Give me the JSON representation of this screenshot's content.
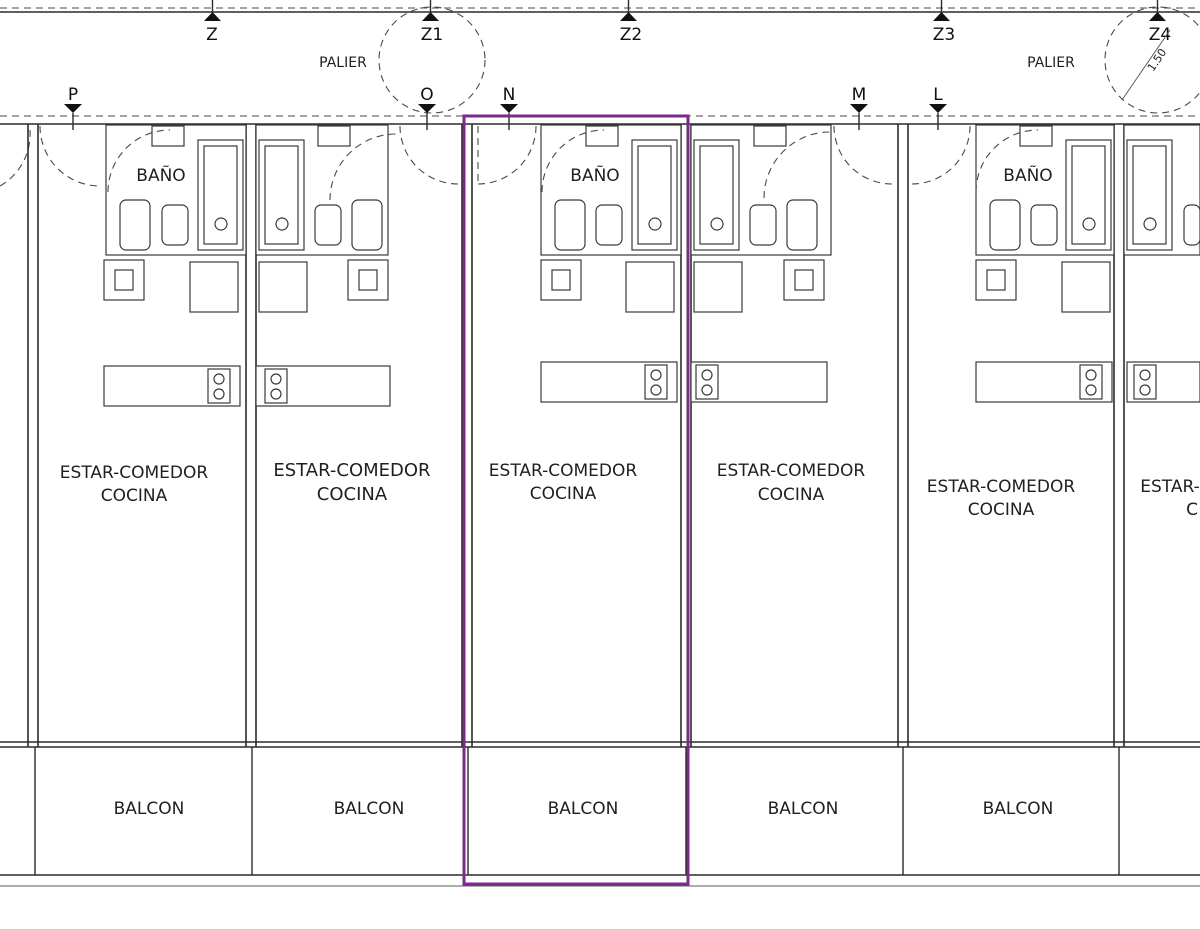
{
  "axis_markers": [
    "Z",
    "Z1",
    "Z2",
    "Z3",
    "Z4",
    "P",
    "O",
    "N",
    "M",
    "L"
  ],
  "landing_labels": [
    "PALIER",
    "PALIER"
  ],
  "dimension_label": "1.50",
  "bathroom_labels": [
    "BAÑO",
    "BAÑO",
    "BAÑO"
  ],
  "living_labels": [
    {
      "line1": "ESTAR-COMEDOR",
      "line2": "COCINA"
    },
    {
      "line1": "ESTAR-COMEDOR",
      "line2": "COCINA"
    },
    {
      "line1": "ESTAR-COMEDOR",
      "line2": "COCINA"
    },
    {
      "line1": "ESTAR-COMEDOR",
      "line2": "COCINA"
    },
    {
      "line1": "ESTAR-COMEDOR",
      "line2": "COCINA"
    },
    {
      "line1": "ESTAR-",
      "line2": "C"
    }
  ],
  "balcony_labels": [
    "BALCON",
    "BALCON",
    "BALCON",
    "BALCON",
    "BALCON"
  ],
  "colors": {
    "linework": "#2b2b2b",
    "highlight": "#7a2a8a",
    "background": "#ffffff"
  }
}
